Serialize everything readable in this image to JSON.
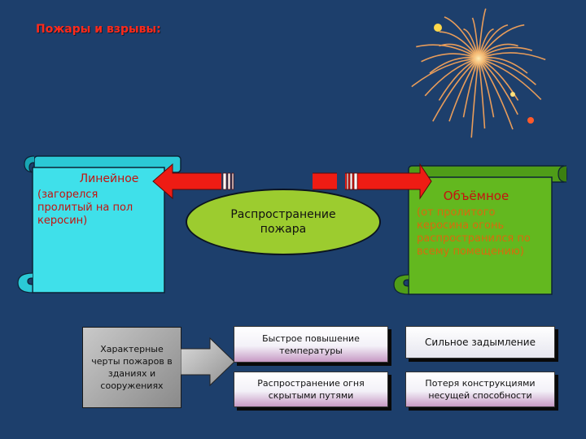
{
  "slide": {
    "title": "Пожары и взрывы:",
    "spread": "Распространение\nпожара",
    "linear": {
      "heading": "Линейное",
      "description": "(загорелся\nпролитый на пол\n керосин)"
    },
    "volume": {
      "heading": "Объёмное",
      "description": "(от пролитого керосина огонь распространился по всему помещению)"
    },
    "features_box": "Характерные черты пожаров в зданиях и сооружениях",
    "features": [
      "Быстрое повышение температуры",
      "Сильное задымление",
      "Распространение огня скрытыми путями",
      "Потеря конструкциями несущей способности"
    ]
  },
  "colors": {
    "background": "#1d3f6c",
    "title": "#ff2a1a",
    "linear_scroll": "#3fe0ea",
    "volume_scroll": "#63b81f",
    "oval": "#9ccc2f",
    "arrow_red": "#ee1c14"
  }
}
